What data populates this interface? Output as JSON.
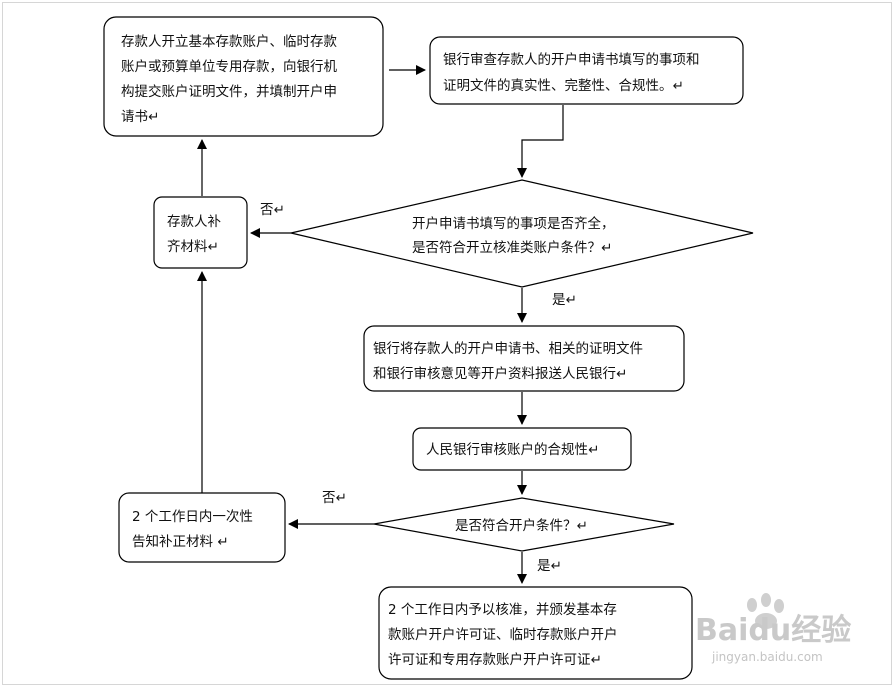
{
  "flowchart": {
    "step1": [
      "存款人开立基本存款账户、临时存款",
      "账户或预算单位专用存款，向银行机",
      "构提交账户证明文件，并填制开户申",
      "请书↵"
    ],
    "step2": [
      "银行审查存款人的开户申请书填写的事项和",
      "证明文件的真实性、完整性、合规性。↵"
    ],
    "decision1": [
      "开户申请书填写的事项是否齐全，",
      "是否符合开立核准类账户条件？↵"
    ],
    "supplement1": [
      "存款人补",
      "齐材料↵"
    ],
    "step3": [
      "银行将存款人的开户申请书、相关的证明文件",
      "和银行审核意见等开户资料报送人民银行↵"
    ],
    "step4": [
      "人民银行审核账户的合规性↵"
    ],
    "decision2": [
      "是否符合开户条件？↵"
    ],
    "supplement2": [
      "2  个工作日内一次性",
      "告知补正材料  ↵"
    ],
    "final": [
      "2  个工作日内予以核准，并颁发基本存",
      "款账户开户许可证、临时存款账户开户",
      "许可证和专用存款账户开户许可证↵"
    ],
    "labels": {
      "no1": "否↵",
      "yes1": "是↵",
      "no2": "否↵",
      "yes2": "是↵"
    }
  },
  "watermark": {
    "logo": "Baidu经验",
    "url": "jingyan.baidu.com"
  }
}
